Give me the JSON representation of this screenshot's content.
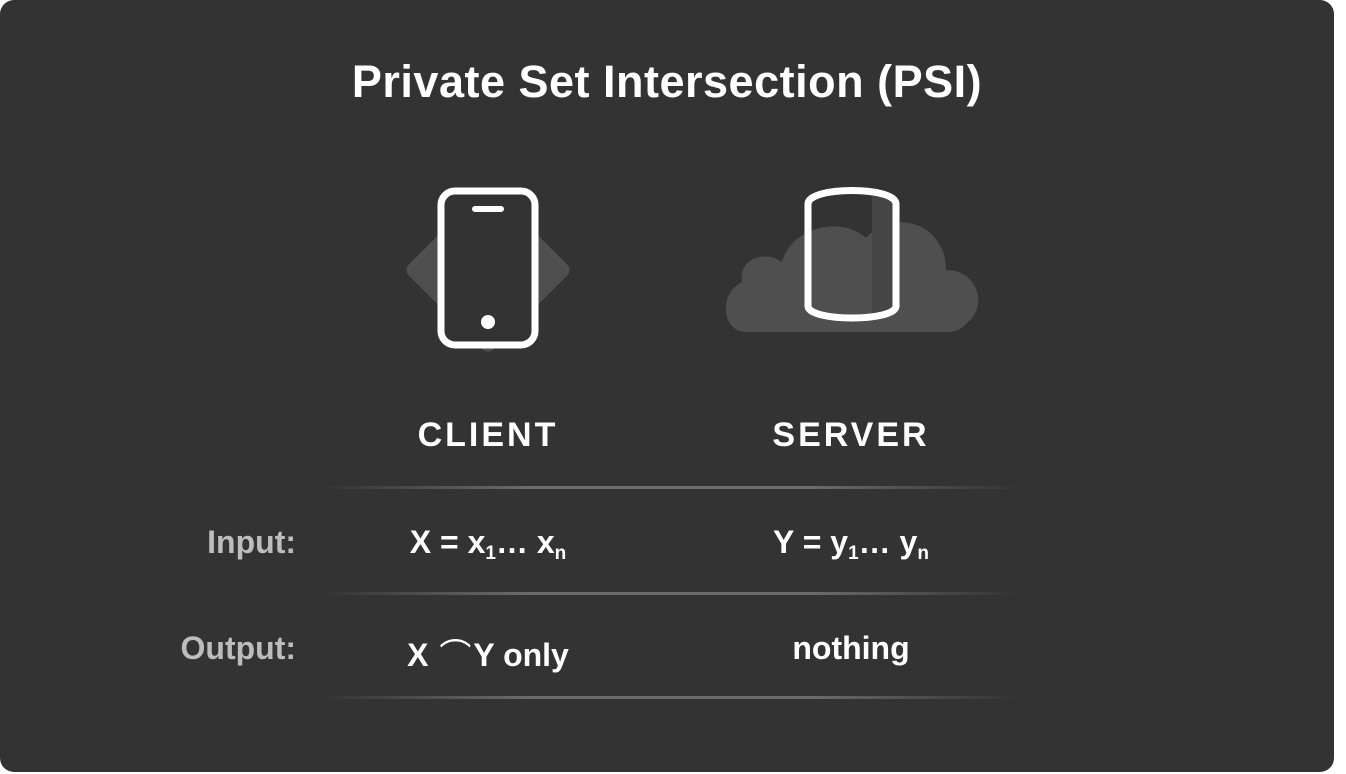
{
  "title": "Private Set Intersection (PSI)",
  "parties": {
    "client": {
      "label": "CLIENT",
      "icon": "smartphone-icon"
    },
    "server": {
      "label": "SERVER",
      "icon": "cloud-database-icon"
    }
  },
  "rows": {
    "input": {
      "label": "Input:",
      "client": {
        "base": "X = x",
        "sub1": "1",
        "dots": "… x",
        "sub2": "n"
      },
      "server": {
        "base": "Y = y",
        "sub1": "1",
        "dots": "… y",
        "sub2": "n"
      }
    },
    "output": {
      "label": "Output:",
      "client": {
        "left": "X",
        "symbol": "⌒",
        "right": "Y only"
      },
      "server": "nothing"
    }
  },
  "colors": {
    "card_background": "#333333",
    "text_primary": "#ffffff",
    "text_muted": "#bdbdbd",
    "shape_fill": "#4f4f4f"
  }
}
